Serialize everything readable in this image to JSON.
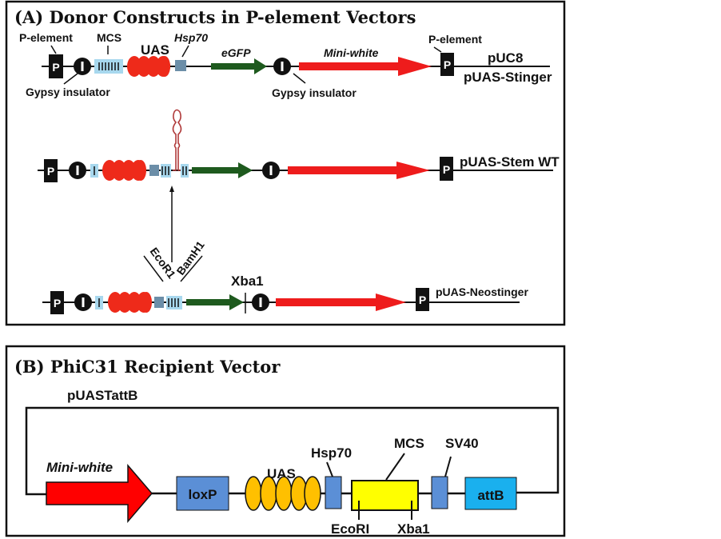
{
  "panelA": {
    "title": "(A) Donor Constructs in P-element Vectors",
    "construct1": {
      "p_element_left_label": "P-element",
      "mcs_label": "MCS",
      "uas_label": "UAS",
      "hsp70_label": "Hsp70",
      "egfp_label": "eGFP",
      "mini_white_label": "Mini-white",
      "p_element_right_label": "P-element",
      "gypsy_left_label": "Gypsy insulator",
      "gypsy_right_label": "Gypsy insulator",
      "backbone_label": "pUC8",
      "name": "pUAS-Stinger"
    },
    "construct2": {
      "name": "pUAS-Stem WT"
    },
    "construct3": {
      "ecori_label": "EcoR1",
      "bamh1_label": "BamH1",
      "xba1_label": "Xba1",
      "name": "pUAS-Neostinger"
    },
    "p_glyph": "P",
    "insulator_glyph": "I"
  },
  "panelB": {
    "title": "(B) PhiC31 Recipient Vector",
    "vector_name": "pUASTattB",
    "mini_white_label": "Mini-white",
    "loxp_label": "loxP",
    "uas_label": "UAS",
    "hsp70_label": "Hsp70",
    "mcs_label": "MCS",
    "sv40_label": "SV40",
    "attb_label": "attB",
    "ecori_label": "EcoRI",
    "xba1_label": "Xba1"
  },
  "colors": {
    "uas_red": "#ee2a1a",
    "mini_white_red": "#ee1c1c",
    "egfp_green": "#1e5a1e",
    "mcs_lightblue": "#a8d8ee",
    "hsp70_grey": "#6c8ea8",
    "stemloop_red": "#b03a3a",
    "panelB_blue": "#5b8fd6",
    "panelB_orange": "#ffc000",
    "panelB_yellow": "#ffff00",
    "panelB_cyan": "#1ab0ee",
    "panelB_red": "#ff0000"
  }
}
